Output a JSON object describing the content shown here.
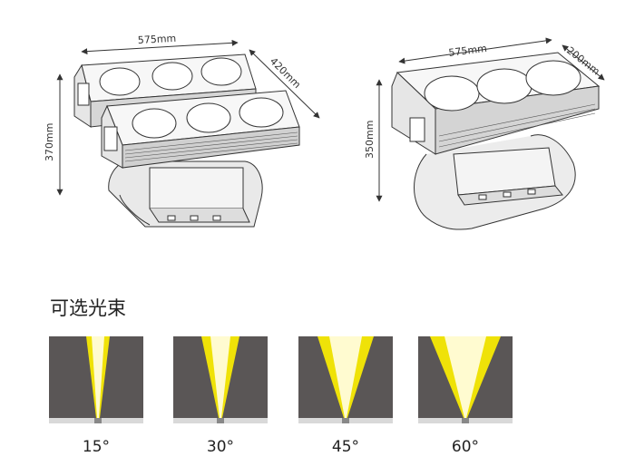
{
  "fixture_left": {
    "width_label": "575mm",
    "depth_label": "420mm",
    "height_label": "370mm"
  },
  "fixture_right": {
    "width_label": "575mm",
    "depth_label": "200mm",
    "height_label": "350mm"
  },
  "beam_section": {
    "title": "可选光束",
    "beams": [
      {
        "angle_label": "15°",
        "angle": 15
      },
      {
        "angle_label": "30°",
        "angle": 30
      },
      {
        "angle_label": "45°",
        "angle": 45
      },
      {
        "angle_label": "60°",
        "angle": 60
      }
    ]
  },
  "colors": {
    "beam_background": "#5a5656",
    "beam_light": "#fff200",
    "line": "#333333"
  }
}
